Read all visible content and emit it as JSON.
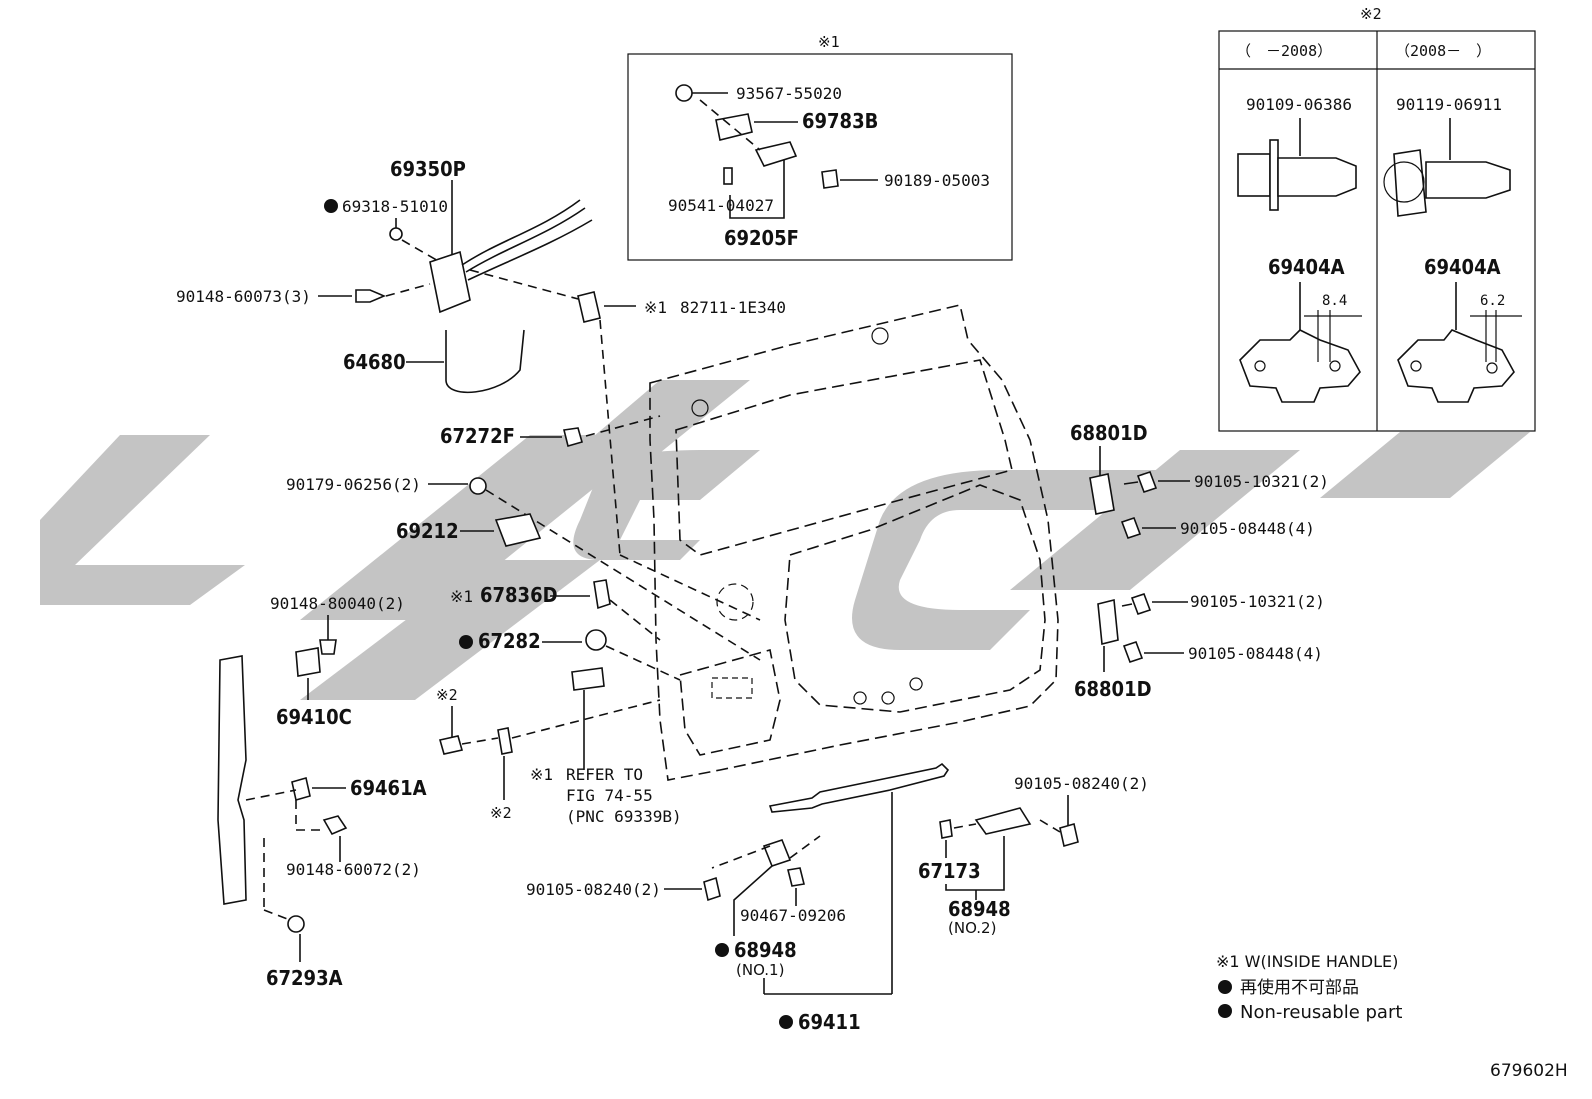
{
  "note1_marker": "※1",
  "note2_marker": "※2",
  "inset1": {
    "parts": [
      "93567-55020",
      "69783B",
      "90189-05003",
      "90541-04027",
      "69205F"
    ]
  },
  "inset2": {
    "col1_header": "（　－2008）",
    "col2_header": "（2008－　）",
    "col1_part": "90109-06386",
    "col2_part": "90119-06911",
    "col1_bracket": "69404A",
    "col2_bracket": "69404A",
    "col1_dim": "8.4",
    "col2_dim": "6.2"
  },
  "labels": {
    "p69350P": "69350P",
    "p69318": "69318-51010",
    "p90148_60073": "90148-60073(3)",
    "p82711": "82711-1E340",
    "p64680": "64680",
    "p67272F": "67272F",
    "p90179": "90179-06256(2)",
    "p69212": "69212",
    "p67836D": "67836D",
    "p67282": "67282",
    "p90148_80040": "90148-80040(2)",
    "p69410C": "69410C",
    "p69461A": "69461A",
    "p90148_60072": "90148-60072(2)",
    "p67293A": "67293A",
    "refer1": "REFER TO",
    "refer2": "FIG 74-55",
    "refer3": "(PNC 69339B)",
    "p68801D_top": "68801D",
    "p90105_10321_a": "90105-10321(2)",
    "p90105_08448_a": "90105-08448(4)",
    "p90105_10321_b": "90105-10321(2)",
    "p90105_08448_b": "90105-08448(4)",
    "p68801D_bot": "68801D",
    "p90105_08240_r": "90105-08240(2)",
    "p67173": "67173",
    "p68948_2": "68948",
    "no2": "(NO.2)",
    "p90105_08240_l": "90105-08240(2)",
    "p90467": "90467-09206",
    "p68948_1": "68948",
    "no1": "(NO.1)",
    "p69411": "69411"
  },
  "legend": {
    "line1": "※1 W(INSIDE HANDLE)",
    "line2": "再使用不可部品",
    "line3": "Non-reusable part"
  },
  "figure_code": "679602H"
}
